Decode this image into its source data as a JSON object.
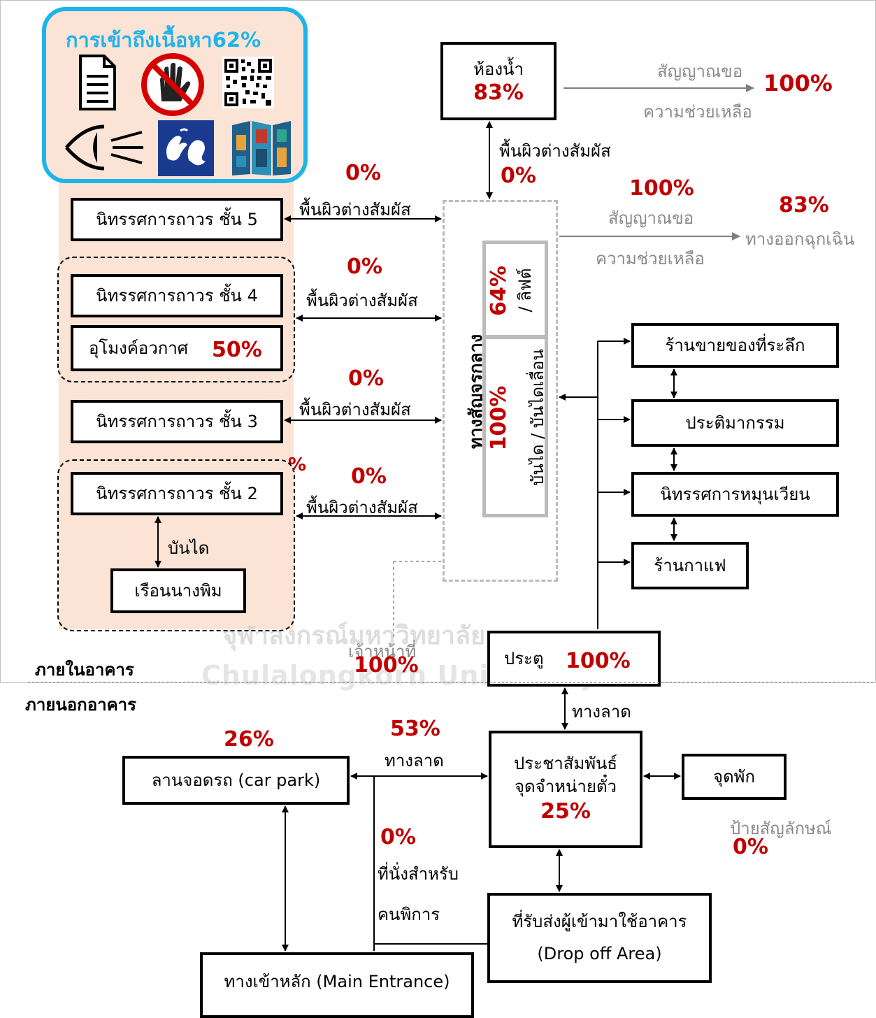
{
  "accessibility_panel": {
    "title": "การเข้าถึงเนื้อหา62%",
    "icons": [
      "document-icon",
      "no-touch-icon",
      "qr-code-icon",
      "audio-description-icon",
      "sign-language-icon",
      "brochure-icon"
    ]
  },
  "inside": {
    "label": "ภายในอาคาร",
    "exhibits": {
      "floor5": "นิทรรศการถาวร ชั้น 5",
      "floor4": "นิทรรศการถาวร ชั้น 4",
      "planetarium": "อุโมงค์อวกาศ",
      "planetarium_pct": "50%",
      "floor3": "นิทรรศการถาวร ชั้น 3",
      "floor2": "นิทรรศการถาวร ชั้น 2",
      "stairs": "บันได",
      "doll_house": "เรือนนางพิม",
      "partial_pct": "%"
    },
    "tactile": {
      "label": "พื้นผิวต่างสัมผัส",
      "f5_pct": "0%",
      "f4_pct": "0%",
      "f3_pct": "0%",
      "f2_pct": "0%",
      "top_label": "พื้นผิวต่างสัมผัส",
      "top_pct": "0%"
    },
    "restroom": {
      "label": "ห้องน้ำ",
      "pct": "83%"
    },
    "help_signal_top": {
      "line1": "สัญญาณขอ",
      "line2": "ความช่วยเหลือ",
      "pct": "100%"
    },
    "help_signal_mid": {
      "pct": "100%",
      "line1": "สัญญาณขอ",
      "line2": "ความช่วยเหลือ"
    },
    "emergency_exit": {
      "pct": "83%",
      "label": "ทางออกฉุกเฉิน"
    },
    "circulation": {
      "title": "ทางสัญจรกลาง",
      "lift_pct": "64%",
      "lift_label": "/ ลิฟต์",
      "stairs_pct": "100%",
      "stairs_label": "บันได / บันไดเลื่อน"
    },
    "right_column": {
      "souvenir": "ร้านขายของที่ระลึก",
      "sculpture": "ประติมากรรม",
      "rotating": "นิทรรศการหมุนเวียน",
      "cafe": "ร้านกาแฟ"
    },
    "staff": {
      "label": "เจ้าหน้าที่",
      "pct": "100%"
    },
    "door": {
      "label": "ประตู",
      "pct": "100%"
    }
  },
  "outside": {
    "label": "ภายนอกอาคาร",
    "ramp_top": "ทางลาด",
    "pr": {
      "line1": "ประชาสัมพันธ์",
      "line2": "จุดจำหน่ายตั๋ว",
      "pct": "25%"
    },
    "rest": "จุดพัก",
    "signage": {
      "label": "ป้ายสัญลักษณ์",
      "pct": "0%"
    },
    "car_park": {
      "label": "ลานจอดรถ (car park)",
      "pct": "26%"
    },
    "ramp_mid": {
      "pct": "53%",
      "label": "ทางลาด"
    },
    "seating": {
      "pct": "0%",
      "line1": "ที่นั่งสำหรับ",
      "line2": "คนพิการ"
    },
    "drop_off": {
      "line1": "ที่รับส่งผู้เข้ามาใช้อาคาร",
      "line2": "(Drop off Area)"
    },
    "main_entrance": "ทางเข้าหลัก (Main Entrance)"
  },
  "watermark": {
    "line1": "จุฬาลงกรณ์มหาวิทยาลัย",
    "line2": "Chulalongkorn University"
  },
  "colors": {
    "accent_red": "#c00000",
    "panel_blue": "#1eb4ea",
    "peach": "#fbe3d6",
    "grey_text": "#8a8a8a",
    "circulation_border": "#bbbbbb"
  }
}
